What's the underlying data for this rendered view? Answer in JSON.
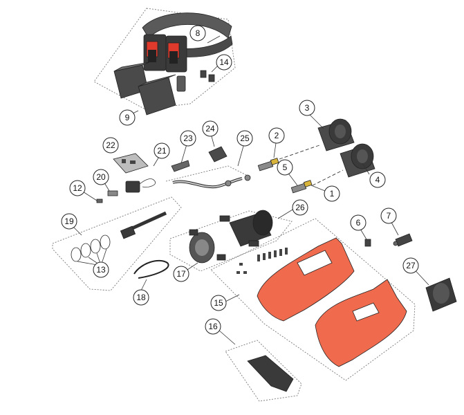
{
  "diagram": {
    "kind": "exploded parts diagram",
    "colors": {
      "housing": "#f06a4e",
      "housing_dark": "#d6533a",
      "dark_part": "#3a3a3a",
      "mid_part": "#666666",
      "light_part": "#bdbdbd",
      "battery_accent": "#e03a2c",
      "brass": "#d9b43a",
      "outline": "#222222"
    },
    "callouts": [
      {
        "id": "c1",
        "label": "1"
      },
      {
        "id": "c2",
        "label": "2"
      },
      {
        "id": "c3",
        "label": "3"
      },
      {
        "id": "c4",
        "label": "4"
      },
      {
        "id": "c5",
        "label": "5"
      },
      {
        "id": "c6",
        "label": "6"
      },
      {
        "id": "c7",
        "label": "7"
      },
      {
        "id": "c8",
        "label": "8"
      },
      {
        "id": "c9",
        "label": "9"
      },
      {
        "id": "c12",
        "label": "12"
      },
      {
        "id": "c13",
        "label": "13"
      },
      {
        "id": "c14",
        "label": "14"
      },
      {
        "id": "c15",
        "label": "15"
      },
      {
        "id": "c16",
        "label": "16"
      },
      {
        "id": "c17",
        "label": "17"
      },
      {
        "id": "c18",
        "label": "18"
      },
      {
        "id": "c19",
        "label": "19"
      },
      {
        "id": "c20",
        "label": "20"
      },
      {
        "id": "c21",
        "label": "21"
      },
      {
        "id": "c22",
        "label": "22"
      },
      {
        "id": "c23",
        "label": "23"
      },
      {
        "id": "c24",
        "label": "24"
      },
      {
        "id": "c25",
        "label": "25"
      },
      {
        "id": "c26",
        "label": "26"
      },
      {
        "id": "c27",
        "label": "27"
      }
    ]
  }
}
